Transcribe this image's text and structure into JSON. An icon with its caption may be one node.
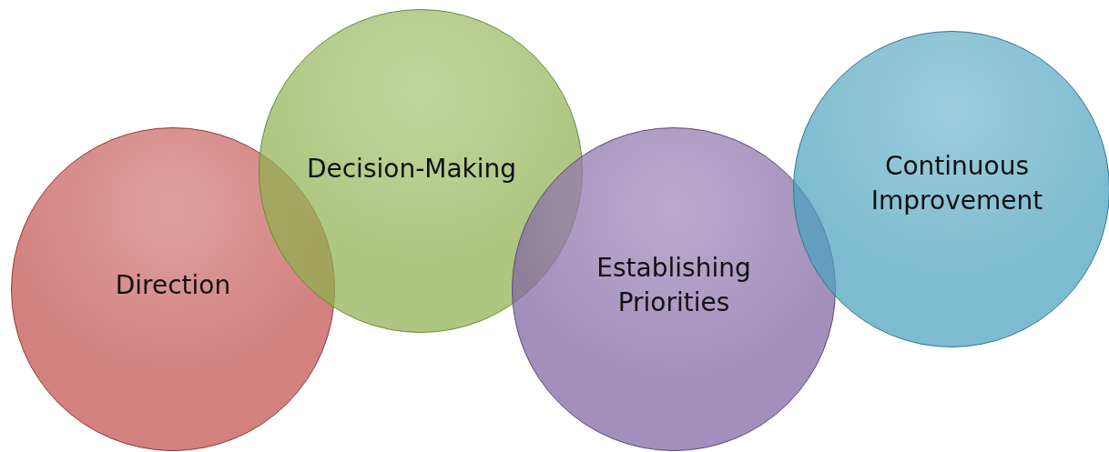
{
  "diagram": {
    "nodes": [
      {
        "text": [
          "Direction"
        ]
      },
      {
        "text": [
          "Decision-Making"
        ]
      },
      {
        "text": [
          "Establishing Priorities"
        ]
      },
      {
        "text": [
          "Continuous Improvement"
        ]
      }
    ]
  }
}
